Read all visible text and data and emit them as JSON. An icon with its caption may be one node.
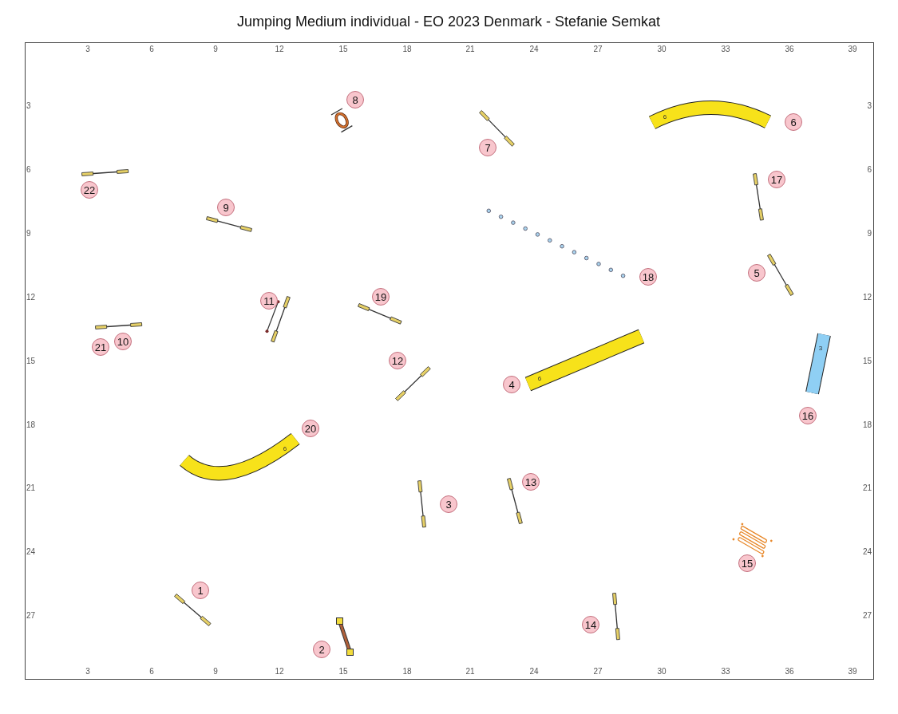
{
  "diagram": {
    "title": "Jumping Medium individual - EO 2023 Denmark - Stefanie Semkat",
    "nodes": [
      {
        "text": [
          "1"
        ]
      },
      {
        "text": [
          "2"
        ]
      },
      {
        "text": [
          "3"
        ]
      },
      {
        "text": [
          "4"
        ]
      },
      {
        "text": [
          "5"
        ]
      },
      {
        "text": [
          "6"
        ]
      },
      {
        "text": [
          "7"
        ]
      },
      {
        "text": [
          "8"
        ]
      },
      {
        "text": [
          "9"
        ]
      },
      {
        "text": [
          "10"
        ]
      },
      {
        "text": [
          "11"
        ]
      },
      {
        "text": [
          "12"
        ]
      },
      {
        "text": [
          "13"
        ]
      },
      {
        "text": [
          "14"
        ]
      },
      {
        "text": [
          "15"
        ]
      },
      {
        "text": [
          "16"
        ]
      },
      {
        "text": [
          "17"
        ]
      },
      {
        "text": [
          "18"
        ]
      },
      {
        "text": [
          "19"
        ]
      },
      {
        "text": [
          "20"
        ]
      },
      {
        "text": [
          "21"
        ]
      },
      {
        "text": [
          "22"
        ]
      }
    ],
    "labels": [
      "3",
      "6",
      "9",
      "12",
      "15",
      "18",
      "21",
      "24",
      "27",
      "30",
      "33",
      "36",
      "39",
      "3",
      "3",
      "6",
      "6",
      "6",
      "9",
      "9",
      "12",
      "12",
      "3",
      "15",
      "15",
      "6",
      "18",
      "18",
      "6",
      "21",
      "21",
      "24",
      "24",
      "27",
      "27",
      "3",
      "6",
      "9",
      "12",
      "15",
      "18",
      "21",
      "24",
      "27",
      "30",
      "33",
      "36",
      "39"
    ]
  }
}
